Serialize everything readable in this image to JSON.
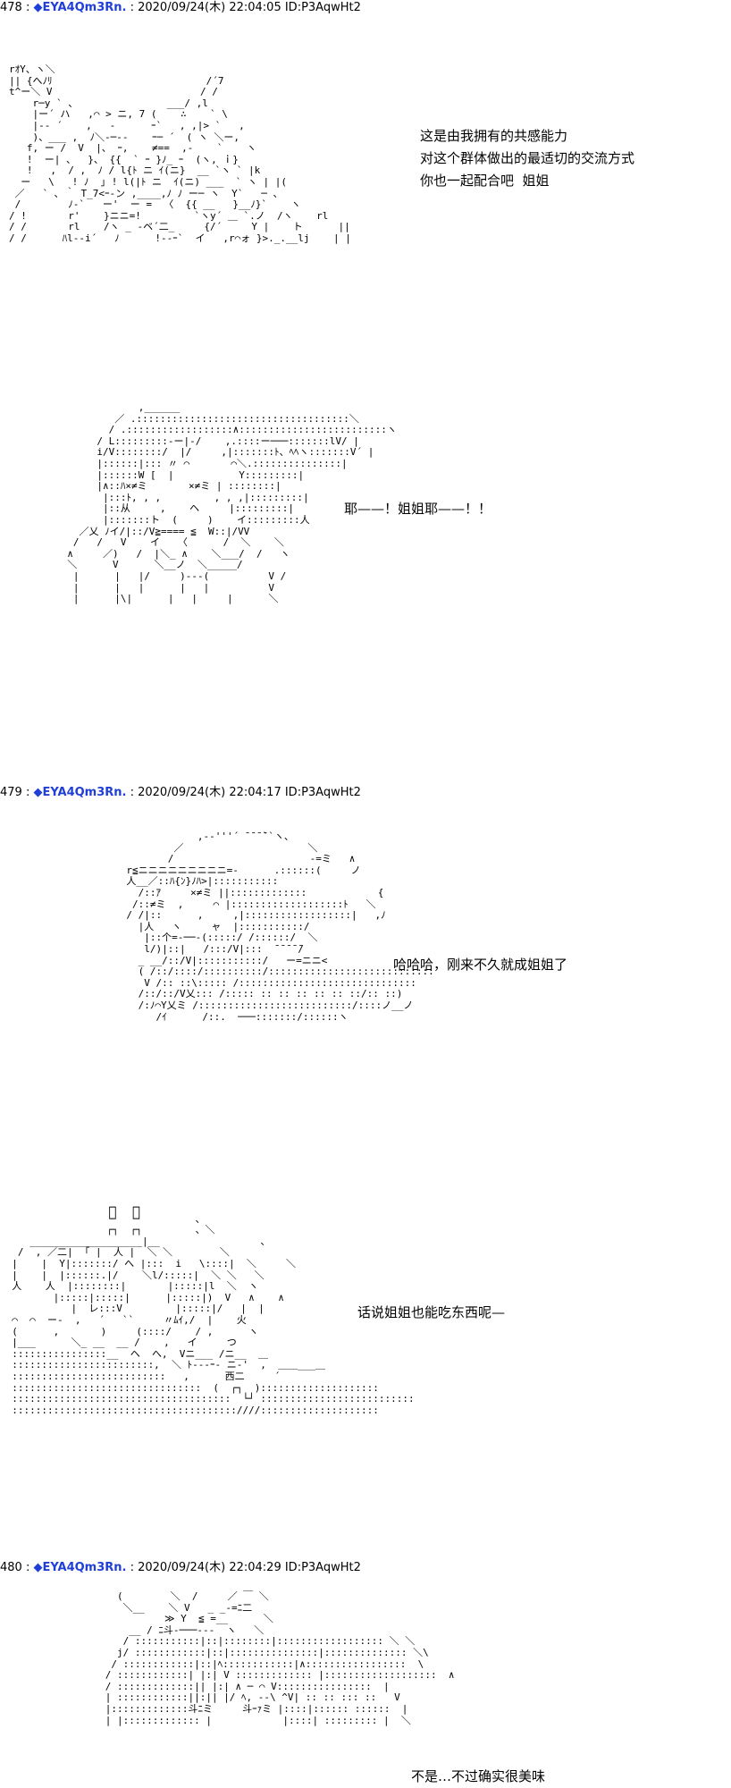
{
  "posts": [
    {
      "number": "478 :",
      "name": "◆EYA4Qm3Rn.",
      "meta": ": 2020/09/24(木) 22:04:05 ID:P3AqwHt2",
      "art": [
        "rｵY、ヽ＼",
        "|| {へﾉﾘ                          /´7",
        "t^ー＼ V                         / /",
        "    r─y ` 、               ___/ ,l",
        "    |ー´ ハ   ,⌒ > ニ, 7 (    ∴    ` \\",
        "    |-- ´    ,   -      ｰ`   , ,|> `   ,",
        "    )、___ ,  ﾉ＼-─--    ｰ─ ´  ( ヽ ＼ー,",
        "   f, ー /  V  |、 ｰ,    ≠==  ,-    `    ヽ",
        "   !  ー| 、  }、 {{  ` ｰ }ﾉ_ ｰ  (ヽ, ｉ}",
        "   !   ,  / ,  ﾉ / l{ﾄ ニ ｲ(ニ}  __ `ヽ ` |k",
        "  ー   \\   ! ﾉ  ｣ ! l(|ﾄ ニ  ｲ(ニ) ___  ` ヽ | |(",
        " ／   ` ､ ｀ T_7<ｰ-ン ,____,ﾉ ﾉ ー─ ヽ  Y`   ─ 、",
        " /        ﾉ-`   ー'  ー =  〈  {{ __   }__ﾉ}`    ヽ",
        "/ !       r'    }ニニ=!         `ヽy´ ＿ `.ノ  /ヽ    rl",
        "/ /       rl    /ヽ _ -ベ´二_     {/´     Y |    ト      ||",
        "/ /      ﾊl--i´   ﾉ      !--ｰ`  イ   ,r⌒ォ }>._.__lj    | |"
      ],
      "speech": [
        "这是由我拥有的共感能力",
        "对这个群体做出的最适切的交流方式",
        "你也一起配合吧  姐姐"
      ]
    },
    {
      "art": [
        "              ,______",
        "          ／ .::::::::::::::::::::::::::::::::::::＼",
        "         / .::::::::::::::::::∧:::::::::::::::::::::::::ヽ",
        "       / L:::::::::-ー|-/    ,.::::ー───:::::::lV/ |",
        "       i/V::::::::/  |/     ,|:::::::ﾄ、ﾍﾍヽ:::::::V´ |",
        "       |::::::|::: 〃 ⌒       ⌒＼.:::::::::::::::|",
        "       |::::::W [  |           Y:::::::::|",
        "       |∧::ﾊ×≠ミ       ×≠ミ | ::::::::|",
        "        |:::ﾄ, , ,         , , ,|:::::::::|",
        "        |::从     ,    ヘ     |:::::::::|",
        "        |:::::::ト  (     )    イ:::::::::人",
        "    ／乂 ﾉイ/|::/V≧==== ≦  W::|/VV",
        "   /   /   V    イ   〈      /  ＼    ＼",
        "  ∧     ／)   /  |＼_ ∧    ＼___/  /   ヽ",
        "  ＼      V      ＼__ノ  ＼_____/",
        "   |      |   |/     )---(          V /",
        "   |      |   |      |   |          V",
        "   |      |\\|      |   |     |      ＼"
      ],
      "speech": [
        "耶——！姐姐耶——！！"
      ]
    },
    {
      "number": "479 :",
      "name": "◆EYA4Qm3Rn.",
      "meta": ": 2020/09/24(木) 22:04:17 ID:P3AqwHt2",
      "art": [
        "                   ,-‐'''´ ̄ ̄ ̄ ̄``ヽ、",
        "               ／                     ＼",
        "              /                       -=ミ   ∧",
        "       r≦ニニニニニニニニニ=-      .::::::(     ノ",
        "       人__／::ﾊ{ﾝ}ﾉﾊ>|:::::::::::",
        "         /::ｱ     ×≠ミ ||:::::::::::::            {",
        "        /::≠ミ  ,     ⌒ |:::::::::::::::::::ﾄ   ＼",
        "       / /|::      ,     ,|::::::::::::::::::|   ,ﾉ",
        "         |人   ヽ     ャ  |:::::::::::/",
        "          |::个=-──-(:::::/ /::::::/  ＼",
        "          l/)|::|   /:::/V|:::  ̄ ̄ ̄ ̄ ̄/",
        "         _ __/::/V|:::::::::::/   ー=ニニ<",
        "         ( /::/::::/::::::::::/::::::::::::::::::::::::::::",
        "          V /:: ::\\::::: /::::::::::::::::::::::::::::::",
        "         /::/::/V乂::: /::::: :: :: :: :: :: ::/:: ::)",
        "         /:ﾉ⌒Y乂ミ /::::::::::::::::::::::::::/::::ノ__ノ",
        "            /ｲ      /::.  ───:::::::/::::::ヽ"
      ],
      "speech": [
        "哈哈哈，刚来不久就成姐姐了"
      ]
    },
    {
      "art": [
        "                  ┌┐  ┌┐",
        "                  └┘  └┘         、",
        "                  ┌┐  ┌┐         、＼",
        "     ___________________|__                 、",
        "   /  , ／二|  ｢ |  人 |  ＼ ＼        ＼",
        "  |    |  Y|:::::::/ へ |:::  i   \\::::|  ＼     ＼",
        "  |    |  |::::::.|/    ＼l/:::::|  ＼ ＼   ＼",
        "  人    人  |::::::::|       |:::::|l  ＼  ヽ",
        "         |:::::|:::::|      |:::::|)  V   ∧    ∧",
        "            |  レ:::V         |:::::|/   |  |",
        "  ⌒  ⌒  ー-  ,   ´   ``     〃ﾑｲ,/  |    火",
        "  (      ,       )     (::::/    / ,      ヽ",
        "  |___      ＼_ __  __ /    ,   イ     つ",
        "  ::::::::::::::::__  ヘ  へ,  Vニ___ /ニ__  ＿",
        "  ::::::::::::::::::::::::,  ＼ ﾄ---ｰ- ニ-'  ,  ＿＿___＿",
        "  ::::::::::::::::::::::::::   ,      西二     ´",
        "  ::::::::::::::::::::::::::::::::  (  ┌┐  )::::::::::::::::::::",
        "  :::::::::::::::::::::::::::::::::::::  └┘ ::::::::::::::::::::::::::",
        "  ::::::::::::::::::::::::::::::::::::::////::::::::::::::::::::"
      ],
      "speech": [
        "话说姐姐也能吃东西呢—"
      ]
    },
    {
      "number": "480 :",
      "name": "◆EYA4Qm3Rn.",
      "meta": ": 2020/09/24(木) 22:04:29 ID:P3AqwHt2",
      "art": [
        "        (        ＼  /     ／ ￣ ＼",
        "         ＼__    ＼ V   _ _-=ﾆ二",
        "                ≫ Y  ≦ =__      ＼",
        "          __ / ﾆ斗-───-‐-  ヽ   ＼",
        "         / :::::::::::|::|::::::::|:::::::::::::::::: ＼ ＼",
        "        j/ ::::::::::::|::|:::::::::::::::|:::::::::::::: ＼\\",
        "       / ::::::::::::|::|ﾍ::::::::::::|∧:::::::::::::::::  \\",
        "      / ::::::::::::| |:| V ::::::::::::: |:::::::::::::::::::  ∧",
        "      / :::::::::::::|| |:| ∧ ─ ⌒ V::::::::::::::::  |",
        "      | ::::::::::::||:|| |/ ﾍ, -‐\\ ^V| :: :: ::: ::   V",
        "      |:::::::::::::斗ﾆミ     斗ｰｧミ |::::|:::::: ::::::  |",
        "      | |::::::::::::: |            |::::| ::::::::: |  ＼"
      ],
      "speech": [
        "不是…不过确实很美味"
      ]
    }
  ]
}
